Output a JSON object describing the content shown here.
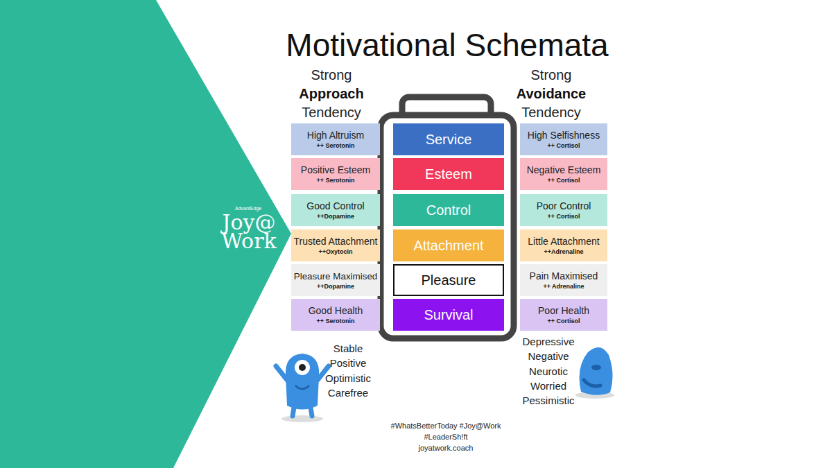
{
  "diagram": {
    "title": "Motivational Schemata",
    "nodes": [
      {
        "text": [
          "High Altruism",
          "++ Serotonin"
        ]
      },
      {
        "text": [
          "Service"
        ]
      },
      {
        "text": [
          "High Selfishness",
          "++ Cortisol"
        ]
      },
      {
        "text": [
          "Positive Esteem",
          "++ Serotonin"
        ]
      },
      {
        "text": [
          "Esteem"
        ]
      },
      {
        "text": [
          "Negative Esteem",
          "++ Cortisol"
        ]
      },
      {
        "text": [
          "Good Control",
          "++Dopamine"
        ]
      },
      {
        "text": [
          "Control"
        ]
      },
      {
        "text": [
          "Poor Control",
          "++ Cortisol"
        ]
      },
      {
        "text": [
          "Trusted Attachment",
          "++Oxytocin"
        ]
      },
      {
        "text": [
          "Attachment"
        ]
      },
      {
        "text": [
          "Little Attachment",
          "++Adrenaline"
        ]
      },
      {
        "text": [
          "Pleasure Maximised",
          "++Dopamine"
        ]
      },
      {
        "text": [
          "Pleasure"
        ]
      },
      {
        "text": [
          "Pain Maximised",
          "++ Adrenaline"
        ]
      },
      {
        "text": [
          "Good Health",
          "++ Serotonin"
        ]
      },
      {
        "text": [
          "Survival"
        ]
      },
      {
        "text": [
          "Poor Health",
          "++ Cortisol"
        ]
      }
    ],
    "labels": [
      "Strong",
      "Approach",
      "Tendency",
      "Strong",
      "Avoidance",
      "Tendency",
      "Joy@",
      "Work",
      "AdvantEdge",
      "Stable",
      "Positive",
      "Optimistic",
      "Carefree",
      "Depressive",
      "Negative",
      "Neurotic",
      "Worried",
      "Pessimistic",
      "#WhatsBetterToday #Joy@Work",
      "#LeaderSh!ft",
      "joyatwork.coach"
    ]
  }
}
